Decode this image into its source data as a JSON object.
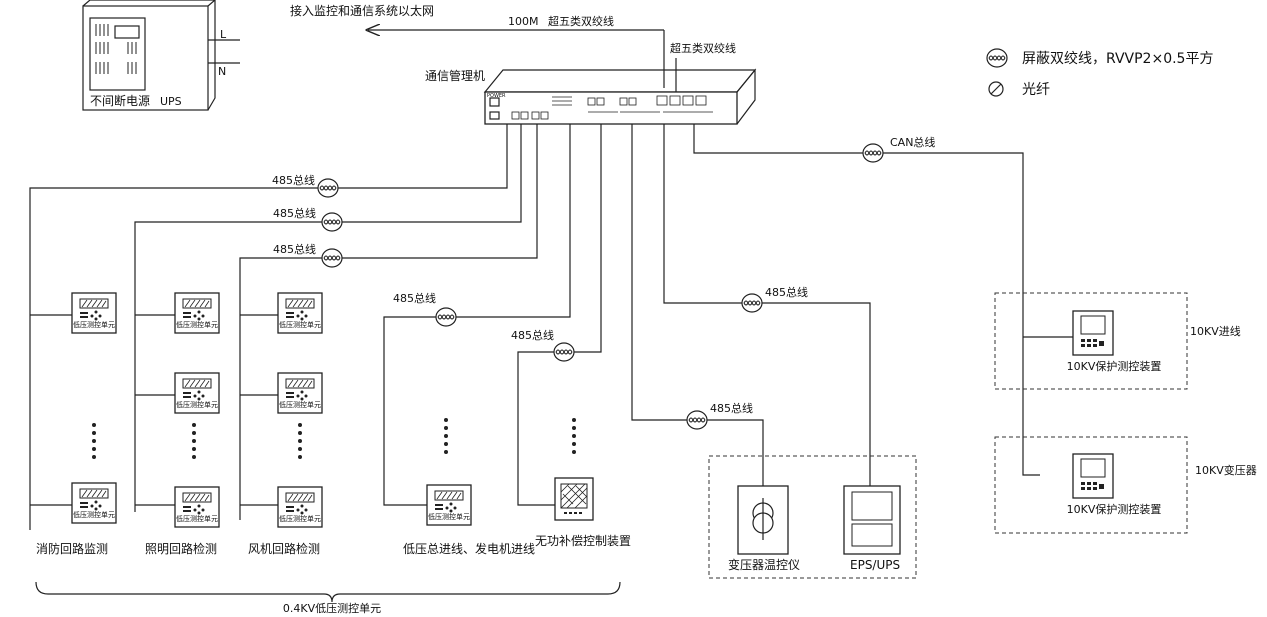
{
  "internet": {
    "label": "接入监控和通信系统以太网",
    "speed": "100M",
    "cable": "超五类双绞线"
  },
  "ups": {
    "label_cn": "不间断电源",
    "label_en": "UPS",
    "line_l": "L",
    "line_n": "N"
  },
  "manager": {
    "label": "通信管理机",
    "port_cable": "超五类双绞线",
    "brand": "POWER"
  },
  "legend": {
    "shielded": "屏蔽双绞线，RVVP2×0.5平方",
    "fiber": "光纤"
  },
  "bus": {
    "rs485": "485总线",
    "can": "CAN总线"
  },
  "device": {
    "lv_unit": "低压测控单元",
    "hv_unit": "10KV保护测控装置"
  },
  "groups": {
    "fire": "消防回路监测",
    "light": "照明回路检测",
    "fan": "风机回路检测",
    "incoming": "低压总进线、发电机进线",
    "reactive": "无功补偿控制装置",
    "transformer_temp": "变压器温控仪",
    "eps": "EPS/UPS",
    "lv_brace": "0.4KV低压测控单元",
    "hv_in": "10KV进线",
    "hv_tx": "10KV变压器"
  },
  "colors": {
    "line": "#222222",
    "background": "#ffffff"
  }
}
